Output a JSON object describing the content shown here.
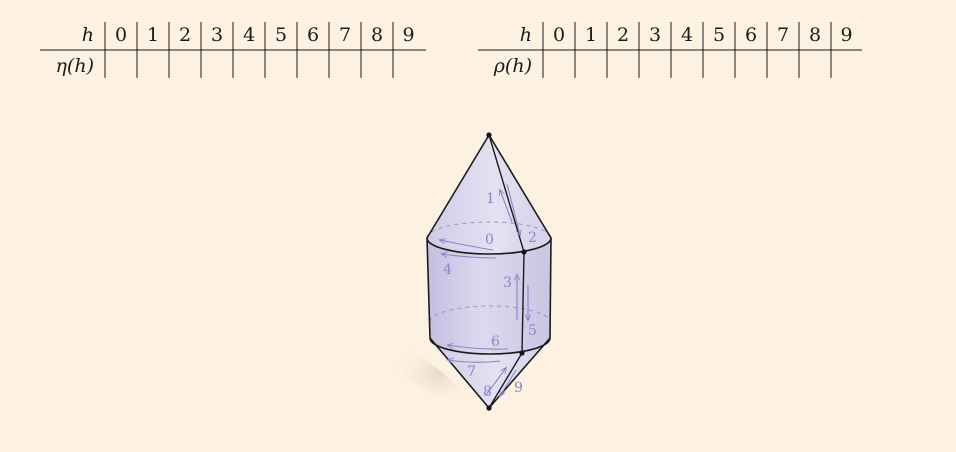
{
  "tables": [
    {
      "row_header": "h",
      "value_header": "η(h)",
      "columns": [
        "0",
        "1",
        "2",
        "3",
        "4",
        "5",
        "6",
        "7",
        "8",
        "9"
      ]
    },
    {
      "row_header": "h",
      "value_header": "ρ(h)",
      "columns": [
        "0",
        "1",
        "2",
        "3",
        "4",
        "5",
        "6",
        "7",
        "8",
        "9"
      ]
    }
  ],
  "figure": {
    "edge_labels": [
      "0",
      "1",
      "2",
      "3",
      "4",
      "5",
      "6",
      "7",
      "8",
      "9"
    ],
    "colors": {
      "fill": "#d2cfe7",
      "label": "#8a86c4",
      "outline": "#1b1b1b",
      "background": "#fdf1e2"
    }
  }
}
